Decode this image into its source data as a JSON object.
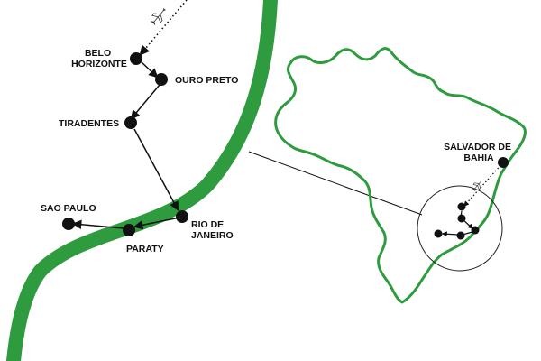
{
  "map": {
    "cities": [
      {
        "id": "belo-horizonte",
        "lines": [
          "BELO",
          "HORIZONTE"
        ]
      },
      {
        "id": "ouro-preto",
        "lines": [
          "OURO PRETO"
        ]
      },
      {
        "id": "tiradentes",
        "lines": [
          "TIRADENTES"
        ]
      },
      {
        "id": "rio-de-janeiro",
        "lines": [
          "RIO DE",
          "JANEIRO"
        ]
      },
      {
        "id": "paraty",
        "lines": [
          "PARATY"
        ]
      },
      {
        "id": "sao-paulo",
        "lines": [
          "SAO PAULO"
        ]
      },
      {
        "id": "salvador-de-bahia",
        "lines": [
          "SALVADOR DE",
          "BAHIA"
        ]
      }
    ],
    "colors": {
      "coast": "#2e9b3f",
      "route": "#111111",
      "marker": "#111111"
    },
    "icons": [
      "airplane-icon",
      "brazil-outline",
      "coastline-band",
      "zoom-circle"
    ]
  }
}
